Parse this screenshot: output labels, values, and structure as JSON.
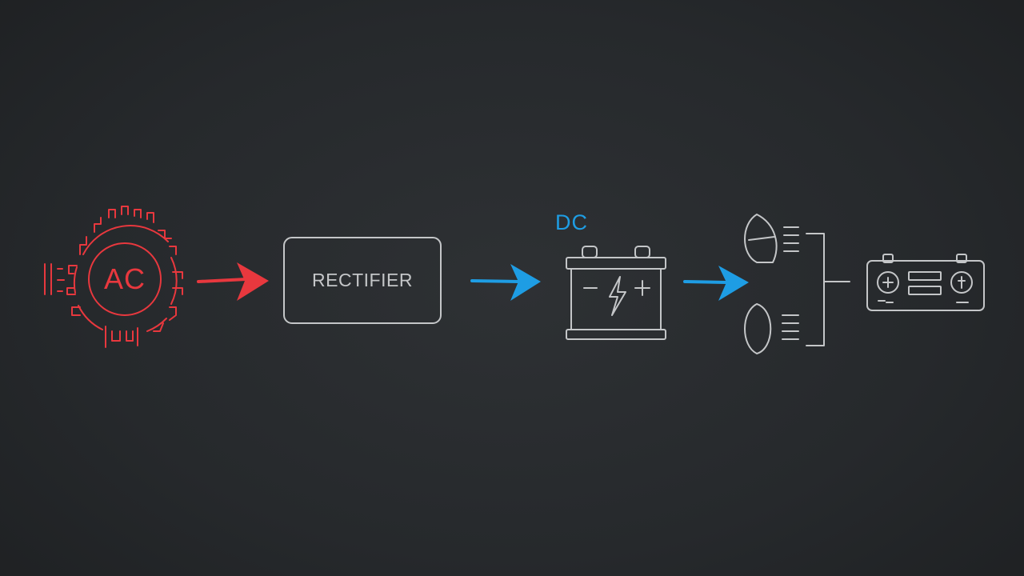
{
  "diagram": {
    "stages": {
      "ac_source": {
        "label": "AC",
        "icon": "ac-generator-icon"
      },
      "rectifier": {
        "label": "RECTIFIER"
      },
      "dc_battery": {
        "label": "DC",
        "icon": "battery-icon"
      },
      "loads": {
        "icons": [
          "headlight-high-beam-icon",
          "headlight-low-beam-icon"
        ]
      },
      "dashboard": {
        "icon": "instrument-panel-icon"
      }
    },
    "arrows": [
      {
        "from": "ac_source",
        "to": "rectifier",
        "color": "#e8383e"
      },
      {
        "from": "rectifier",
        "to": "dc_battery",
        "color": "#1e9de4"
      },
      {
        "from": "dc_battery",
        "to": "loads",
        "color": "#1e9de4"
      }
    ]
  },
  "colors": {
    "background": "#26292c",
    "ac_red": "#e8383e",
    "dc_blue": "#1e9de4",
    "line_gray": "#c4c6c8"
  }
}
